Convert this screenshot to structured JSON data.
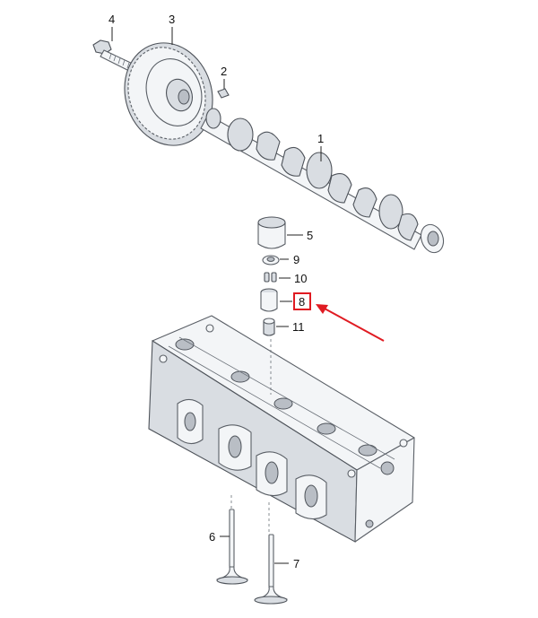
{
  "callouts": [
    {
      "id": "1",
      "label": "1"
    },
    {
      "id": "2",
      "label": "2"
    },
    {
      "id": "3",
      "label": "3"
    },
    {
      "id": "4",
      "label": "4"
    },
    {
      "id": "5",
      "label": "5"
    },
    {
      "id": "6",
      "label": "6"
    },
    {
      "id": "7",
      "label": "7"
    },
    {
      "id": "8",
      "label": "8"
    },
    {
      "id": "9",
      "label": "9"
    },
    {
      "id": "10",
      "label": "10"
    },
    {
      "id": "11",
      "label": "11"
    }
  ],
  "highlight": {
    "callout": "8",
    "color": "#e01b22"
  },
  "colors": {
    "line": "#4e535a",
    "fill": "#f3f5f7",
    "shade": "#d9dde2"
  }
}
